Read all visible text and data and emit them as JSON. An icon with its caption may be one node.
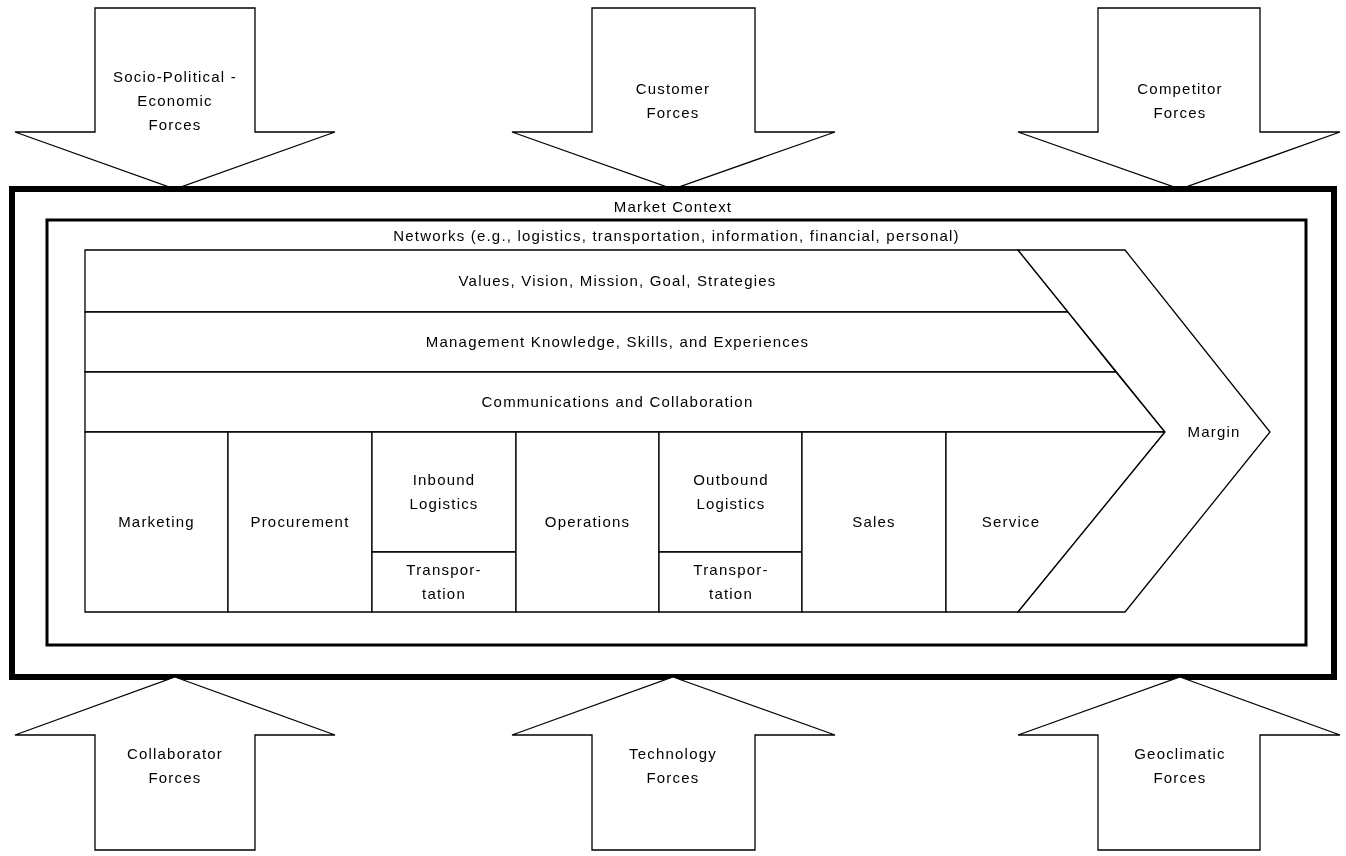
{
  "diagram": {
    "nodes": [
      {
        "text": [
          "Socio-Political -Economic Forces"
        ]
      },
      {
        "text": [
          "Customer Forces"
        ]
      },
      {
        "text": [
          "Competitor Forces"
        ]
      },
      {
        "text": [
          "Market Context"
        ]
      },
      {
        "text": [
          "Networks (e.g., logistics, transportation, information, financial, personal)"
        ],
        "in": 3
      },
      {
        "text": [
          "Values, Vision, Mission, Goal, Strategies"
        ],
        "in": 4
      },
      {
        "text": [
          "Management Knowledge, Skills, and Experiences"
        ],
        "in": 4
      },
      {
        "text": [
          "Communications and Collaboration"
        ],
        "in": 4
      },
      {
        "text": [
          "Marketing"
        ],
        "in": 4
      },
      {
        "text": [
          "Procurement"
        ],
        "in": 4
      },
      {
        "text": [
          "Inbound Logistics"
        ],
        "in": 4
      },
      {
        "text": [
          "Transpor-tation"
        ],
        "in": 4
      },
      {
        "text": [
          "Operations"
        ],
        "in": 4
      },
      {
        "text": [
          "Outbound Logistics"
        ],
        "in": 4
      },
      {
        "text": [
          "Transpor-tation"
        ],
        "in": 4
      },
      {
        "text": [
          "Sales"
        ],
        "in": 4
      },
      {
        "text": [
          "Service"
        ],
        "in": 4
      },
      {
        "text": [
          "Margin"
        ],
        "in": 4
      },
      {
        "text": [
          "Collaborator Forces"
        ]
      },
      {
        "text": [
          "Technology Forces"
        ]
      },
      {
        "text": [
          "Geoclimatic Forces"
        ]
      }
    ]
  }
}
